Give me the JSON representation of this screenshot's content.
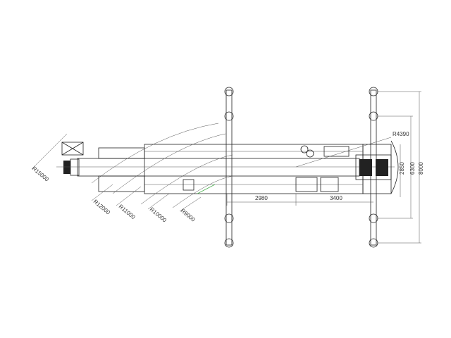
{
  "drawing": {
    "radius_labels": [
      "R15000",
      "R12000",
      "R11000",
      "R10000",
      "R9000"
    ],
    "tail_radius": "R4390",
    "dims_horizontal": [
      "2980",
      "3400"
    ],
    "dims_vertical": [
      "2850",
      "6300",
      "8000"
    ]
  },
  "colors": {
    "line": "#222222",
    "highlight": "#4caf50"
  }
}
